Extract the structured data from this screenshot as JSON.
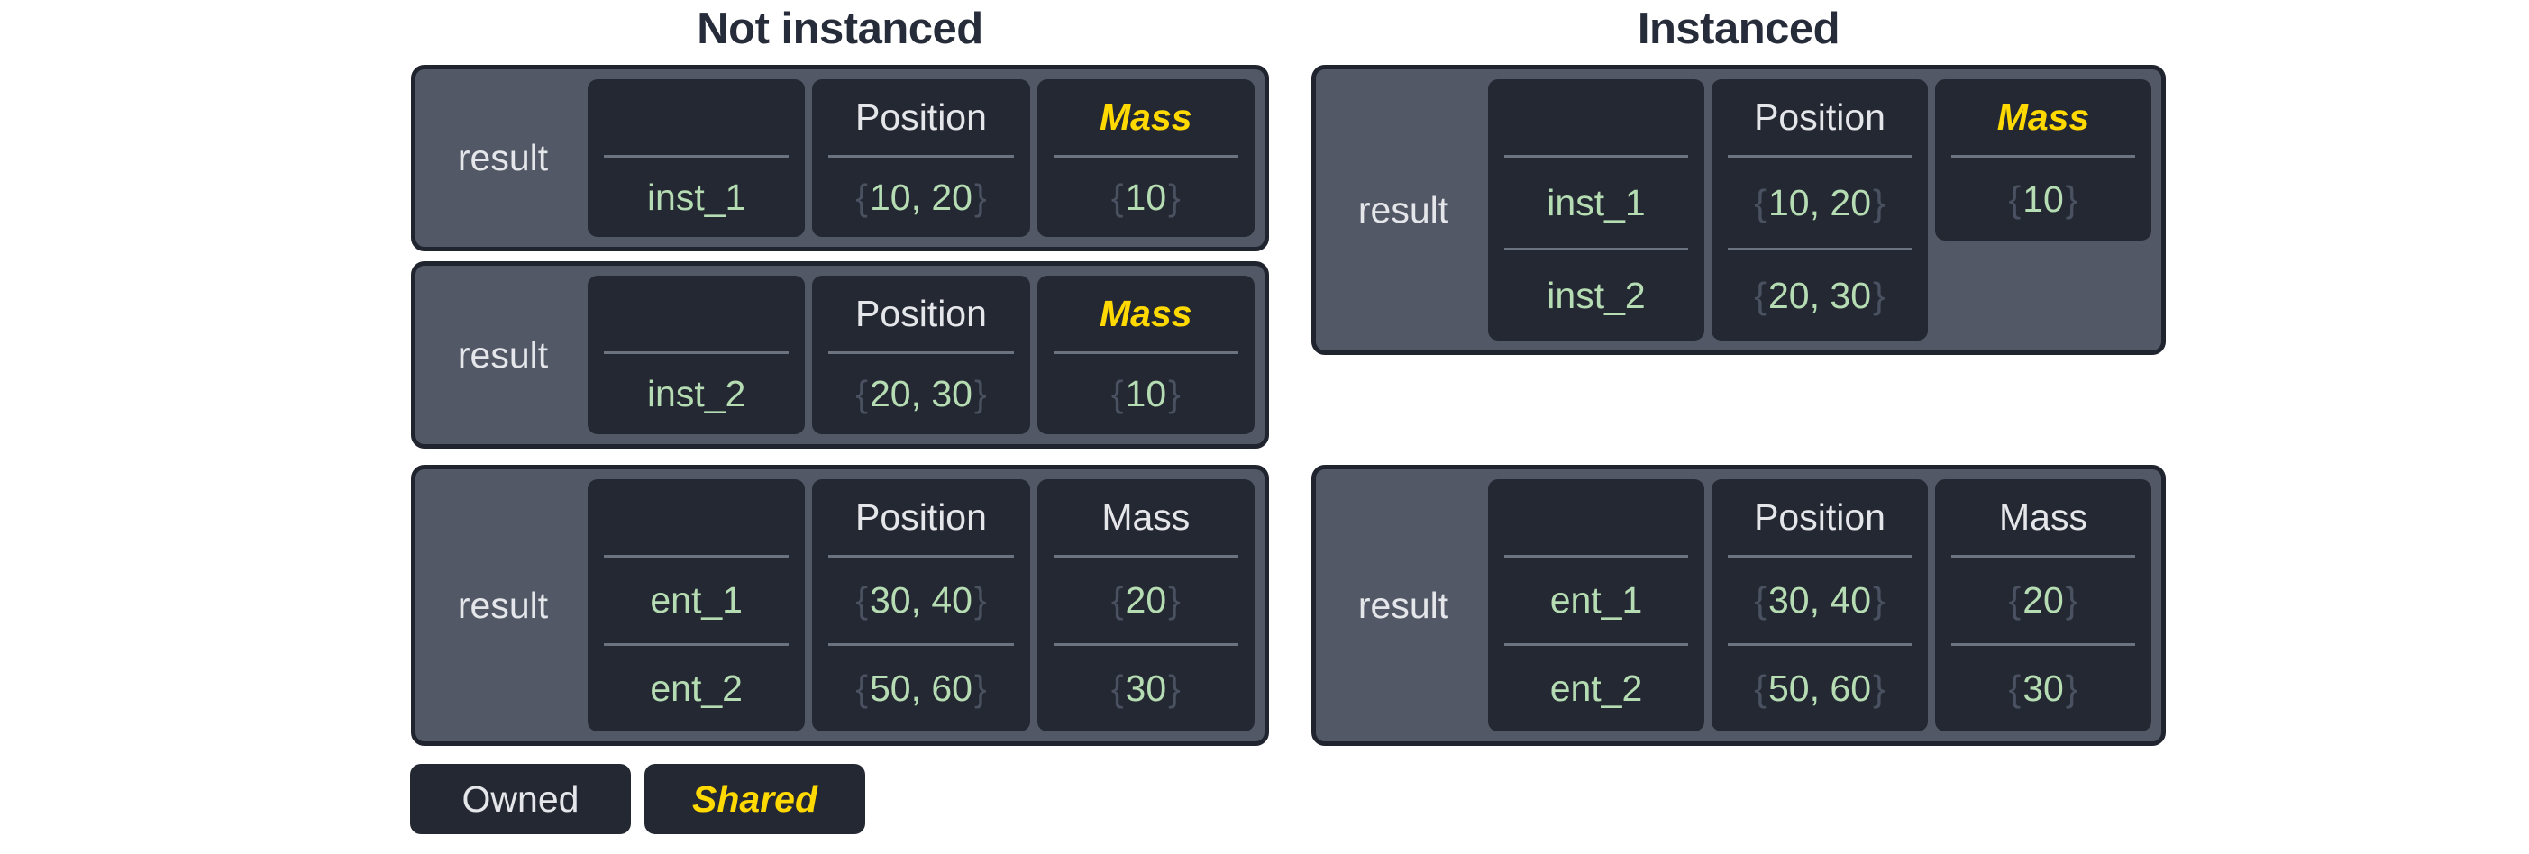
{
  "titles": {
    "not_instanced": "Not instanced",
    "instanced": "Instanced"
  },
  "glyphs": {
    "brace_open": "{",
    "brace_close": "}"
  },
  "legend": {
    "owned": "Owned",
    "shared": "Shared"
  },
  "colors": {
    "background": "#ffffff",
    "table_fill": "#525866",
    "cell_fill": "#242832",
    "outline": "#20242e",
    "divider": "#6b7280",
    "text_light": "#e4e6ea",
    "value_green": "#b5dcb2",
    "brace_gray": "#4a5161",
    "shared_yellow": "#ffd900",
    "title_dark": "#262c3a"
  },
  "tables": {
    "t1": {
      "label": "result",
      "entity": {
        "header": "",
        "values": [
          "inst_1"
        ]
      },
      "position": {
        "header": "Position",
        "values": [
          "10, 20"
        ]
      },
      "mass": {
        "header": "Mass",
        "shared": true,
        "values": [
          "10"
        ]
      }
    },
    "t2": {
      "label": "result",
      "entity": {
        "header": "",
        "values": [
          "inst_2"
        ]
      },
      "position": {
        "header": "Position",
        "values": [
          "20, 30"
        ]
      },
      "mass": {
        "header": "Mass",
        "shared": true,
        "values": [
          "10"
        ]
      }
    },
    "t3": {
      "label": "result",
      "entity": {
        "header": "",
        "values": [
          "ent_1",
          "ent_2"
        ]
      },
      "position": {
        "header": "Position",
        "values": [
          "30, 40",
          "50, 60"
        ]
      },
      "mass": {
        "header": "Mass",
        "shared": false,
        "values": [
          "20",
          "30"
        ]
      }
    },
    "t4": {
      "label": "result",
      "entity": {
        "header": "",
        "values": [
          "inst_1",
          "inst_2"
        ]
      },
      "position": {
        "header": "Position",
        "values": [
          "10, 20",
          "20, 30"
        ]
      },
      "mass": {
        "header": "Mass",
        "shared": true,
        "values": [
          "10"
        ]
      }
    },
    "t5": {
      "label": "result",
      "entity": {
        "header": "",
        "values": [
          "ent_1",
          "ent_2"
        ]
      },
      "position": {
        "header": "Position",
        "values": [
          "30, 40",
          "50, 60"
        ]
      },
      "mass": {
        "header": "Mass",
        "shared": false,
        "values": [
          "20",
          "30"
        ]
      }
    }
  }
}
